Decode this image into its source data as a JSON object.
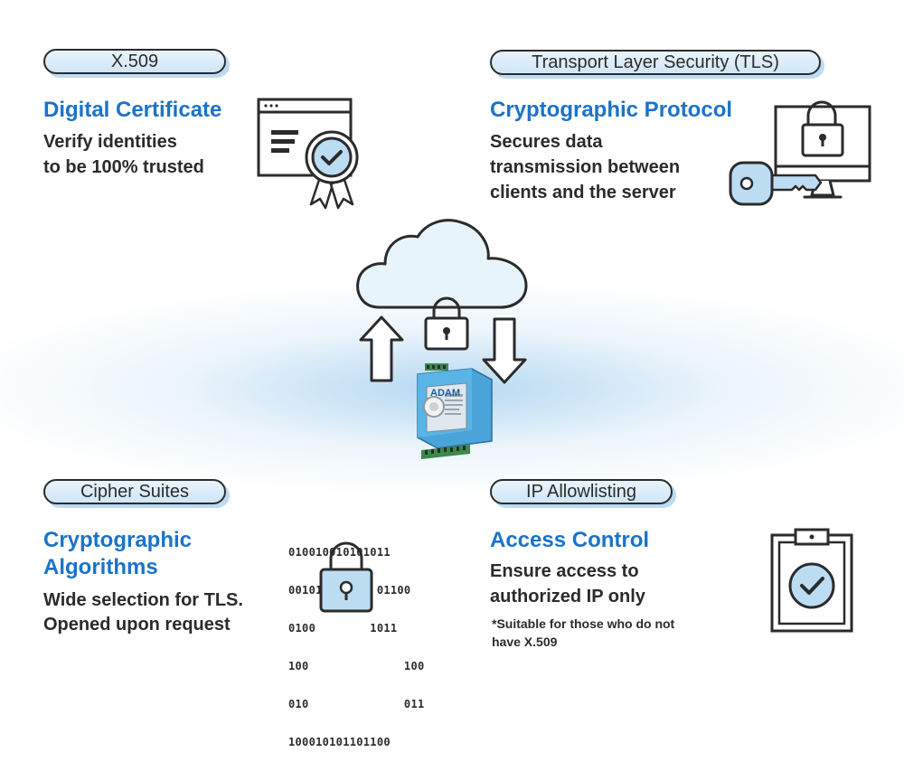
{
  "colors": {
    "accent": "#1a73c9",
    "text": "#2b2b2b",
    "pill_fill": "#d6ebf8",
    "icon_fill": "#bcdcf2"
  },
  "top_left": {
    "tag": "X.509",
    "heading": "Digital Certificate",
    "desc_lines": [
      "Verify identities",
      "to be 100% trusted"
    ],
    "icon": "certificate-icon"
  },
  "top_right": {
    "tag": "Transport Layer Security (TLS)",
    "heading": "Cryptographic Protocol",
    "desc_lines": [
      "Secures data",
      "transmission between",
      "clients and the server"
    ],
    "icon": "monitor-lock-key-icon"
  },
  "bottom_left": {
    "tag": "Cipher Suites",
    "heading_lines": [
      "Cryptographic",
      "Algorithms"
    ],
    "desc_lines": [
      "Wide selection for TLS.",
      "Opened upon request"
    ],
    "binary_lines": [
      "010010010101011",
      "00101        01100",
      "0100        1011",
      "100              100",
      "010              011",
      "100010101101100"
    ],
    "icon": "binary-lock-icon"
  },
  "bottom_right": {
    "tag": "IP Allowlisting",
    "heading": "Access Control",
    "desc_lines": [
      "Ensure access to",
      "authorized IP only"
    ],
    "note_lines": [
      "*Suitable for those who do not",
      "have X.509"
    ],
    "icon": "clipboard-check-icon"
  },
  "center": {
    "device_brand": "ADAM",
    "icons": [
      "cloud-icon",
      "padlock-icon",
      "upload-arrow-icon",
      "download-arrow-icon",
      "adam-device-icon"
    ]
  }
}
